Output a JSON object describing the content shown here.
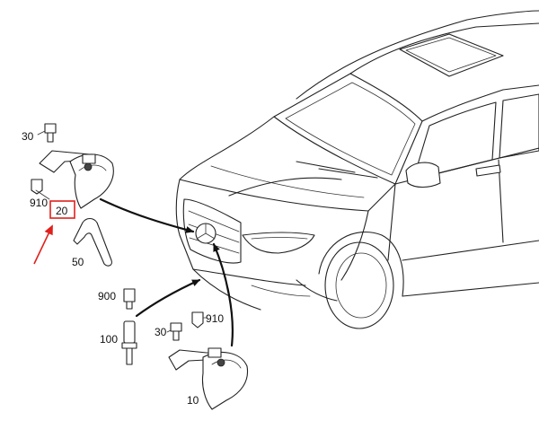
{
  "labels": {
    "p30a": "30",
    "p910a": "910",
    "p20": "20",
    "p50": "50",
    "p900": "900",
    "p100": "100",
    "p30b": "30",
    "p910b": "910",
    "p10": "10"
  },
  "colors": {
    "highlight": "#e0201c",
    "ink": "#222222",
    "background": "#ffffff"
  }
}
